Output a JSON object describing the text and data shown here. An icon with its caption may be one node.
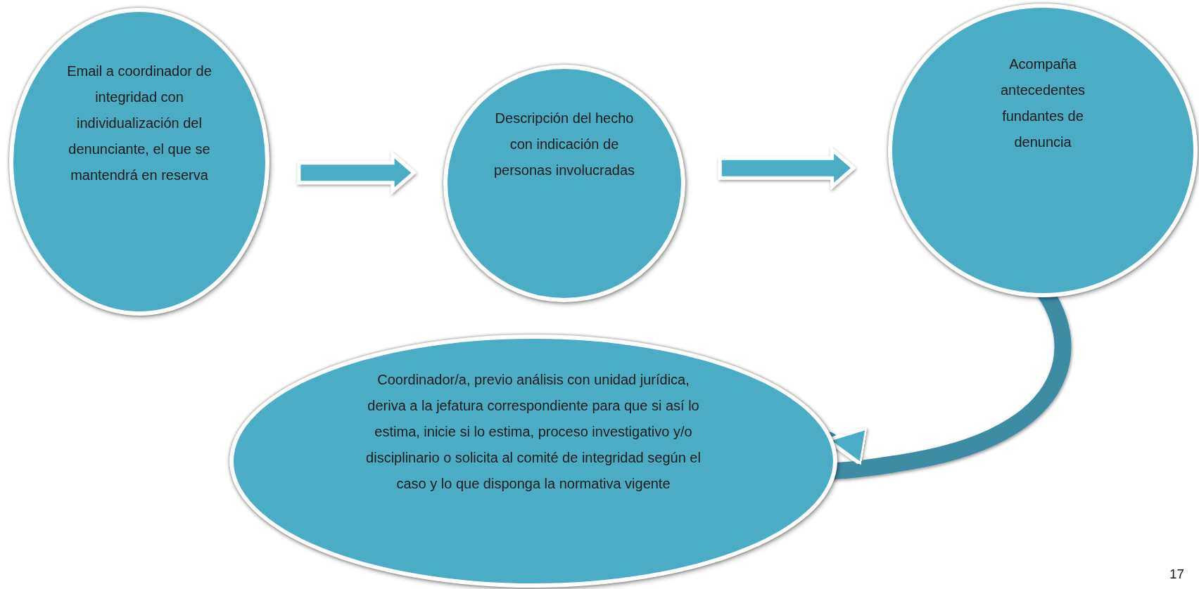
{
  "diagram": {
    "nodes": [
      {
        "text": [
          "Email a coordinador de integridad con individualización del denunciante, el que se mantendrá en reserva"
        ]
      },
      {
        "text": [
          "Descripción del hecho con indicación de personas involucradas"
        ]
      },
      {
        "text": [
          "Acompaña antecedentes fundantes de denuncia"
        ]
      },
      {
        "text": [
          "Coordinador/a, previo análisis con unidad jurídica, deriva a la jefatura correspondiente para que si así lo estima, inicie si lo estima, proceso investigativo y/o disciplinario o solicita al comité de integridad según el caso y lo que disponga la normativa vigente"
        ]
      }
    ],
    "edges": [
      {
        "from": 0,
        "to": 1,
        "arrow": "to"
      },
      {
        "from": 1,
        "to": 2,
        "arrow": "to"
      },
      {
        "from": 2,
        "to": 3,
        "arrow": "to"
      }
    ],
    "labels": [
      "17"
    ]
  }
}
